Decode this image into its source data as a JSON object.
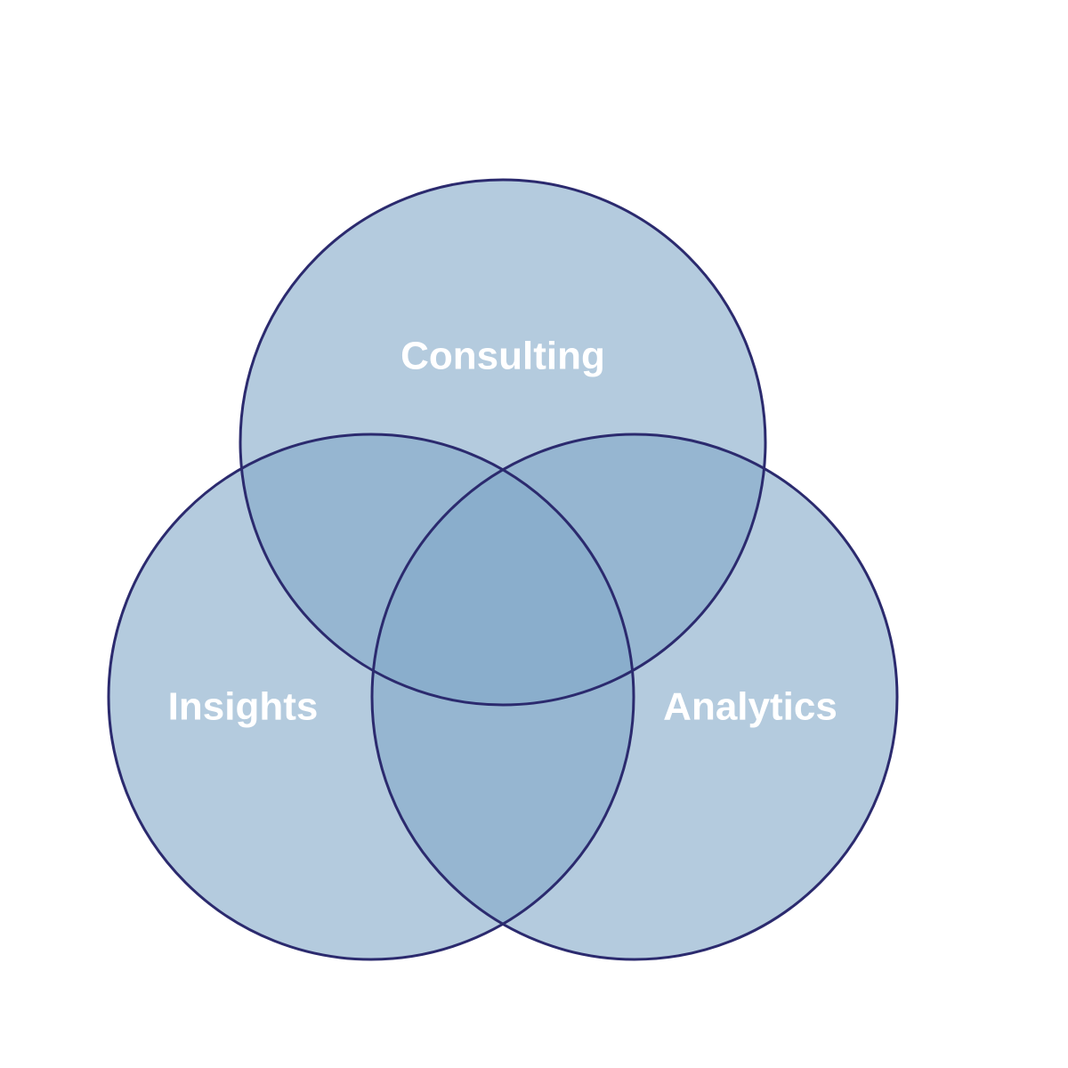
{
  "venn": {
    "sets": [
      {
        "key": "consulting",
        "label": "Consulting"
      },
      {
        "key": "insights",
        "label": "Insights"
      },
      {
        "key": "analytics",
        "label": "Analytics"
      }
    ]
  },
  "colors": {
    "fill": "#82a9c8",
    "stroke": "#2b2a6e",
    "label": "#ffffff",
    "background": "#ffffff"
  }
}
